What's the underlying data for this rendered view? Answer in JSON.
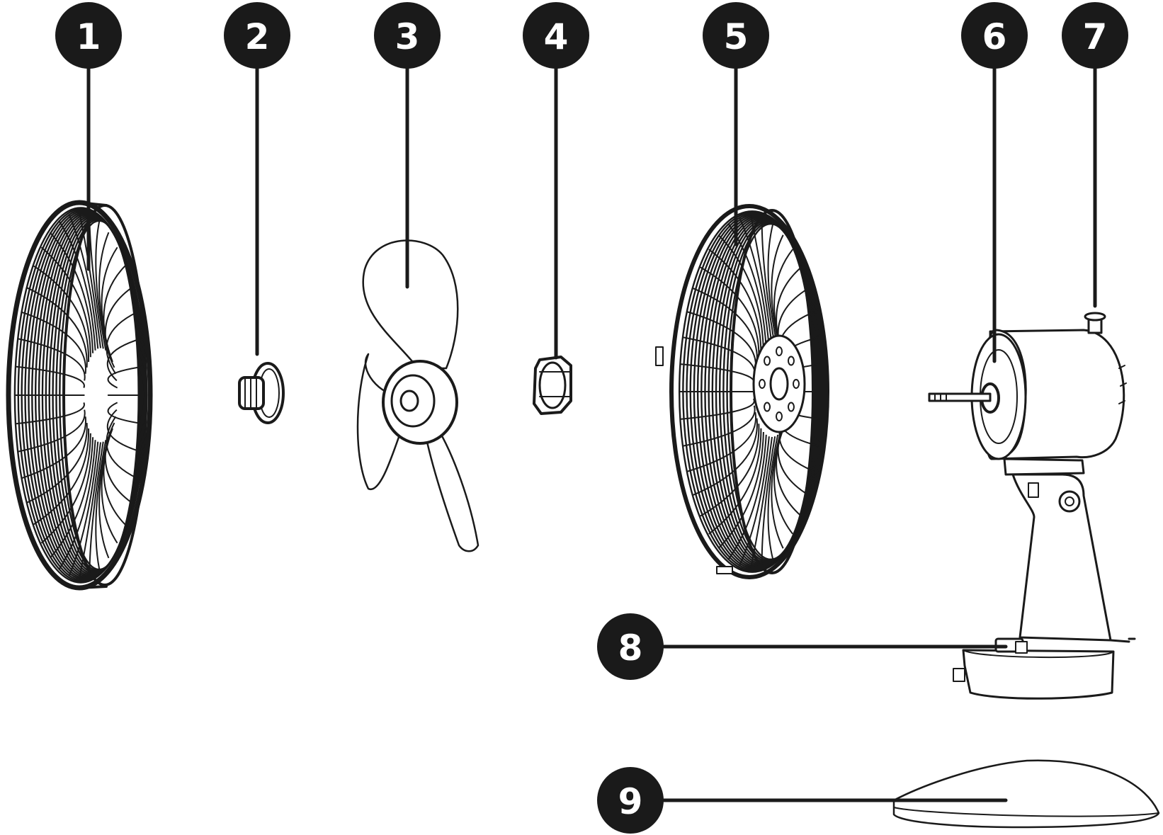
{
  "diagram": {
    "callouts": [
      {
        "id": "1",
        "label": "1"
      },
      {
        "id": "2",
        "label": "2"
      },
      {
        "id": "3",
        "label": "3"
      },
      {
        "id": "4",
        "label": "4"
      },
      {
        "id": "5",
        "label": "5"
      },
      {
        "id": "6",
        "label": "6"
      },
      {
        "id": "7",
        "label": "7"
      },
      {
        "id": "8",
        "label": "8"
      },
      {
        "id": "9",
        "label": "9"
      }
    ],
    "colors": {
      "ink": "#1a1a1a",
      "background": "#ffffff"
    },
    "parts": [
      {
        "callout": "1",
        "icon": "front-grille-icon"
      },
      {
        "callout": "2",
        "icon": "spinner-cap-icon"
      },
      {
        "callout": "3",
        "icon": "fan-blade-icon"
      },
      {
        "callout": "4",
        "icon": "grille-nut-icon"
      },
      {
        "callout": "5",
        "icon": "rear-grille-icon"
      },
      {
        "callout": "6",
        "icon": "motor-shaft-icon"
      },
      {
        "callout": "7",
        "icon": "oscillation-knob-icon"
      },
      {
        "callout": "8",
        "icon": "stand-lock-icon"
      },
      {
        "callout": "9",
        "icon": "base-cover-icon"
      }
    ]
  }
}
